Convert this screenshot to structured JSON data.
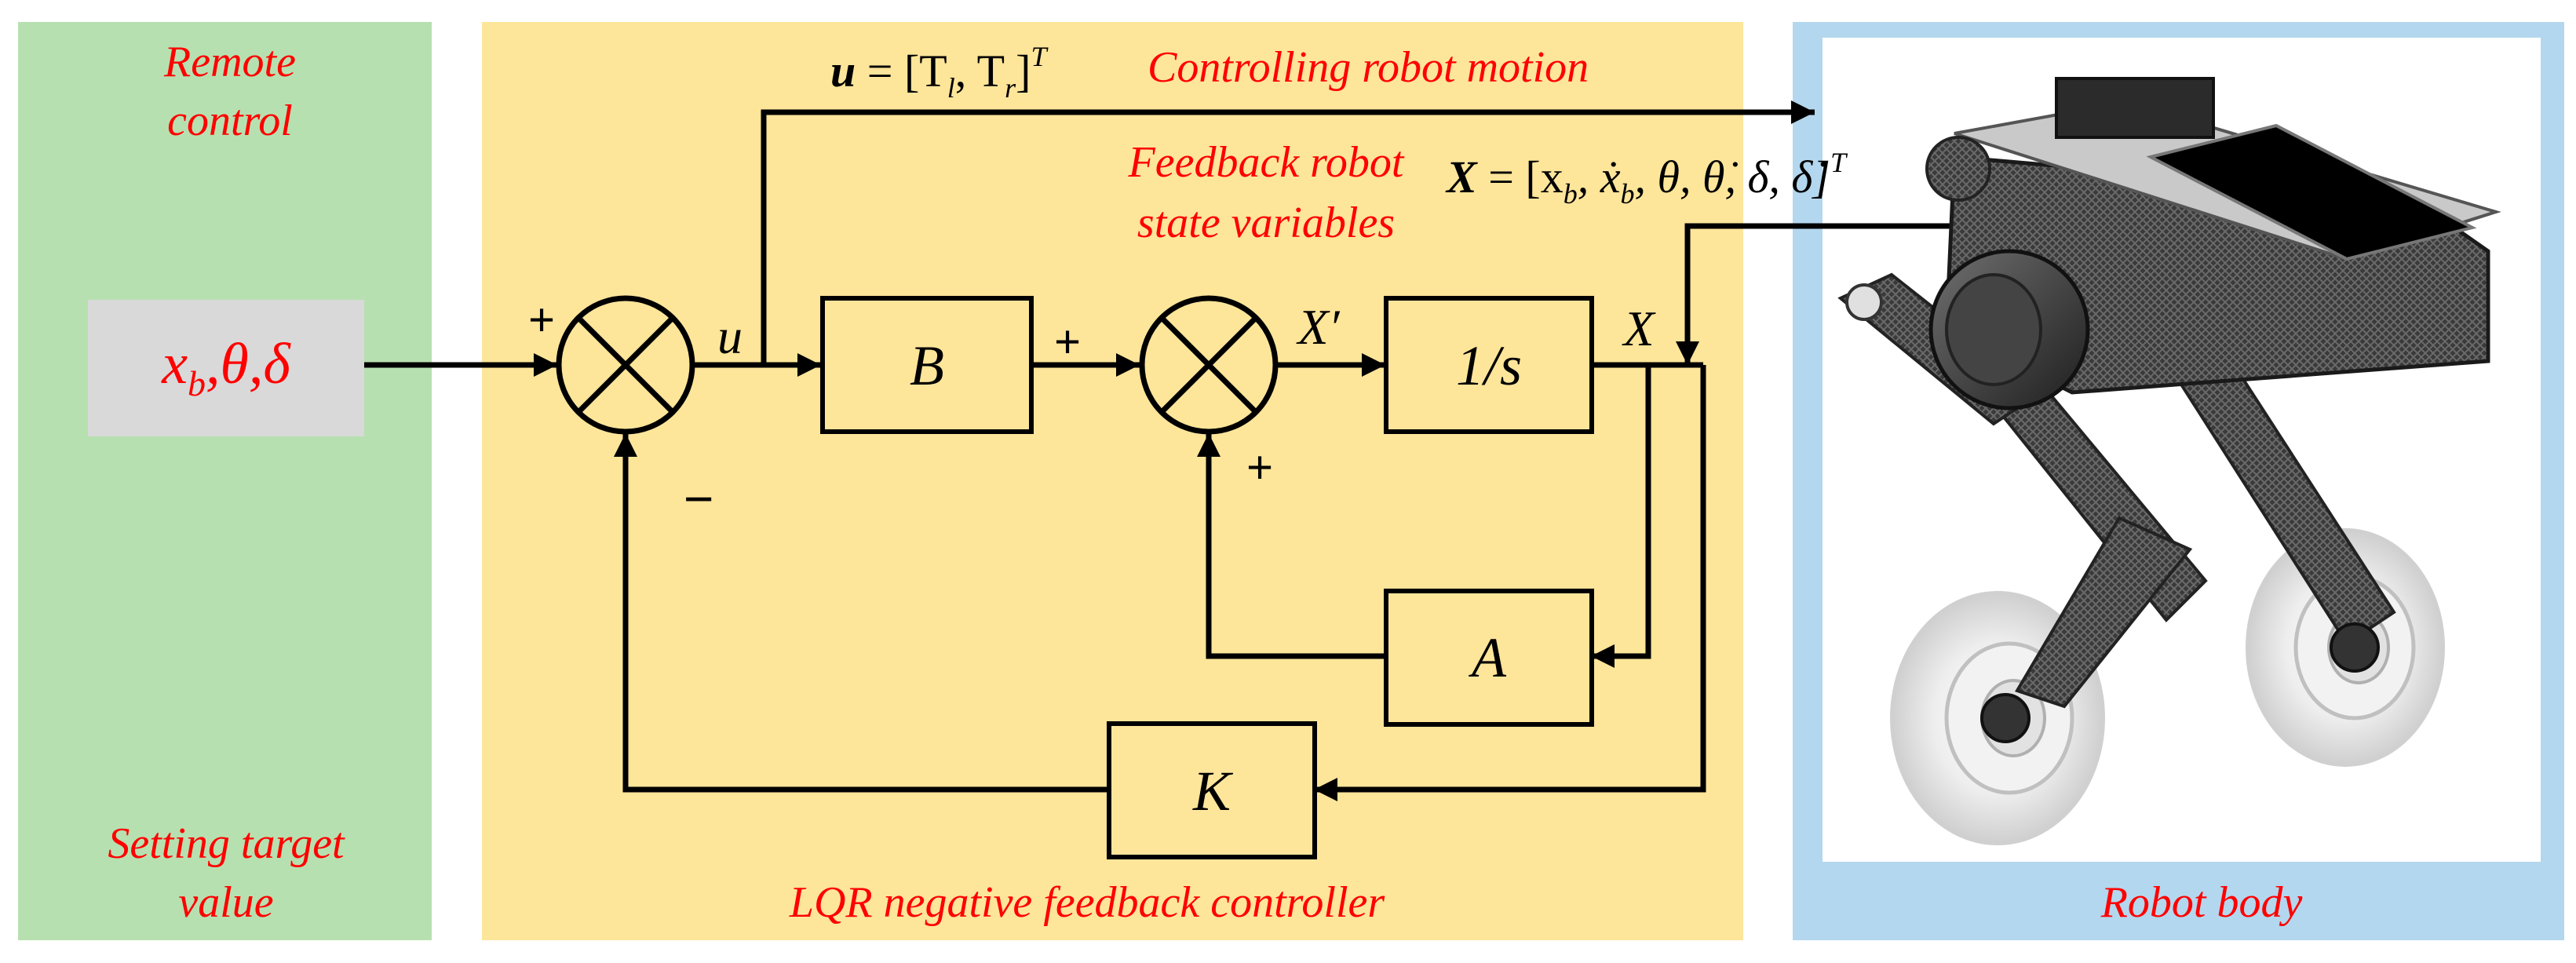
{
  "colors": {
    "remote_panel": "#b7e0b0",
    "controller_panel": "#fde59a",
    "robot_frame": "#b3d7ee",
    "target_box": "#d9d9d9",
    "annotation_red": "#ff0000",
    "line": "#000000"
  },
  "remote_panel": {
    "title_line1": "Remote",
    "title_line2": "control",
    "target_main": "x",
    "target_sub": "b",
    "target_rest": ",θ,δ",
    "footer_line1": "Setting target",
    "footer_line2": "value"
  },
  "controller_panel": {
    "footer": "LQR negative feedback controller",
    "control_vector": {
      "bold_u": "u",
      "rhs_prefix": " = [T",
      "sub_l": "l",
      "comma": ", T",
      "sub_r": "r",
      "rhs_close": "]",
      "sup_T": "T"
    },
    "motion_label": "Controlling robot motion",
    "feedback_line1": "Feedback robot",
    "feedback_line2": "state variables",
    "state_vector": {
      "bold_X": "X",
      "rhs_prefix": " = [x",
      "sub_b1": "b",
      "mid1": ", ẋ",
      "sub_b2": "b",
      "rest": ", θ, θ̇, δ, δ̇]",
      "sup_T": "T"
    },
    "signals": {
      "u": "u",
      "x_prime": "X′",
      "x": "X"
    },
    "signs": {
      "sum1_plus": "+",
      "sum1_minus": "−",
      "sum2_plus_top": "+",
      "sum2_plus_bottom": "+"
    },
    "blocks": {
      "B": "B",
      "integrator": "1/s",
      "A": "A",
      "K": "K"
    }
  },
  "robot_panel": {
    "footer": "Robot body",
    "image": "wheel-legged-robot-render"
  }
}
